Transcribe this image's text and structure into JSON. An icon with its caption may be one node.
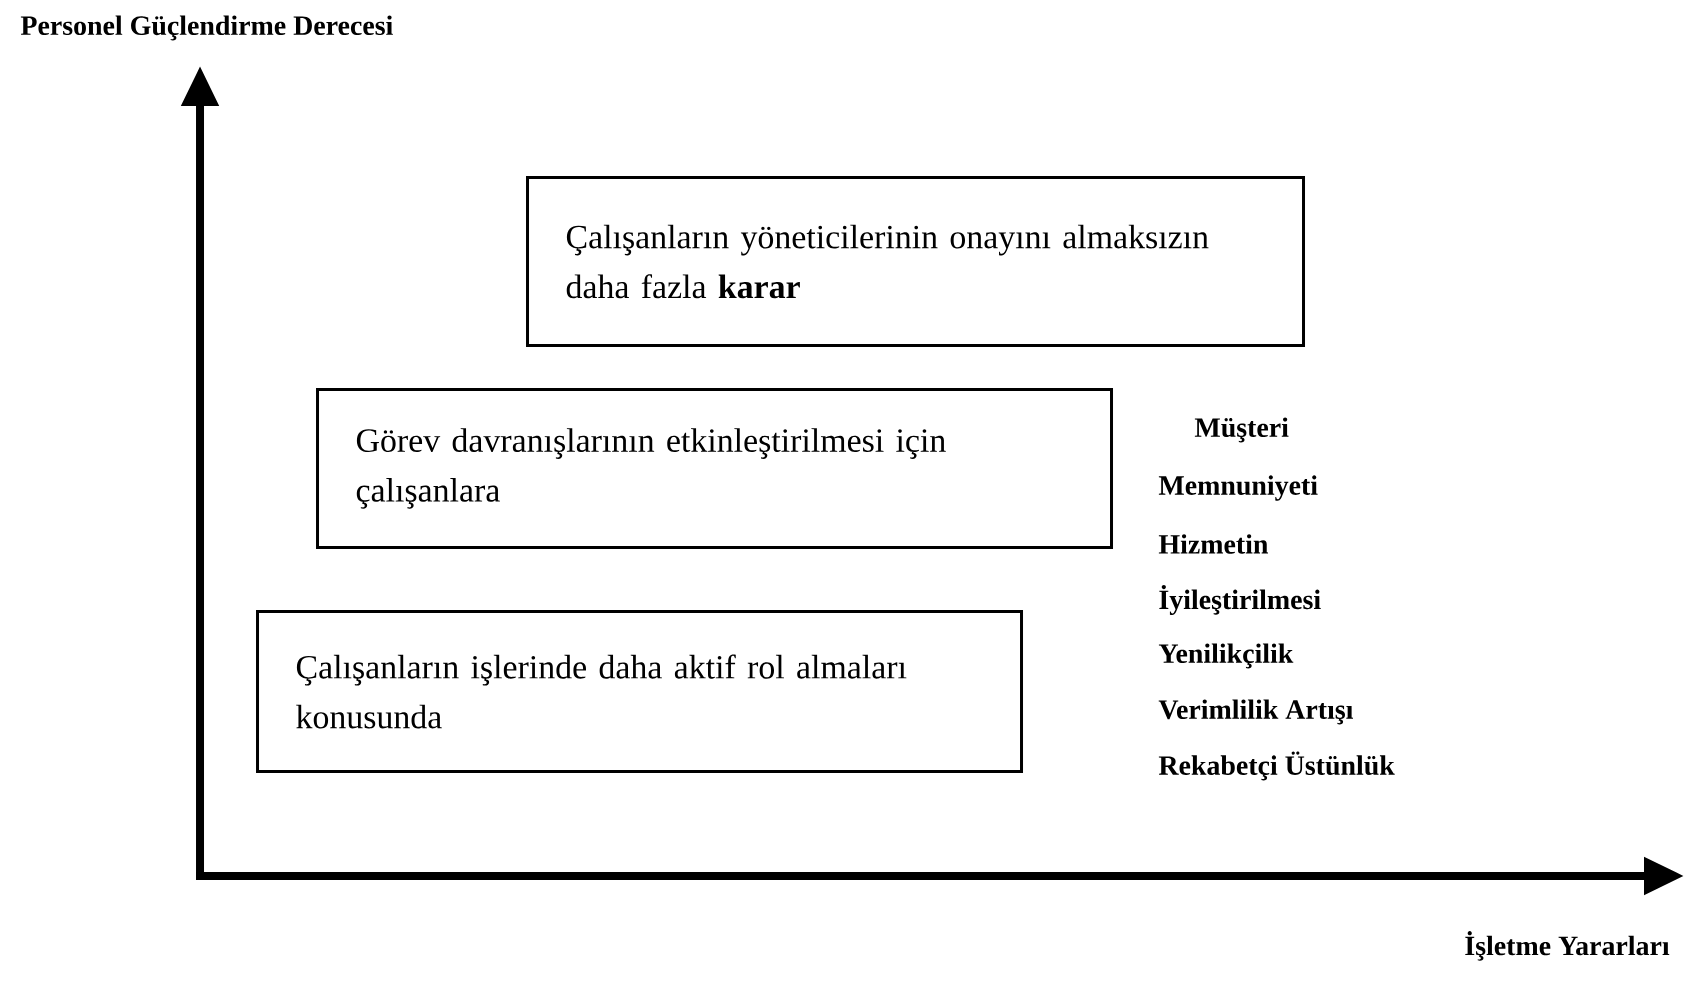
{
  "diagram": {
    "nodes": [
      {
        "text": [
          "Çalışanların yöneticilerinin onayını almaksızın daha fazla **karar**"
        ]
      },
      {
        "text": [
          "Görev davranışlarının etkinleştirilmesi için çalışanlara"
        ]
      },
      {
        "text": [
          "Çalışanların işlerinde daha aktif rol almaları konusunda"
        ]
      }
    ],
    "labels": [
      "Personel Güçlendirme Derecesi",
      "Müşteri",
      "Memnuniyeti",
      "Hizmetin",
      "İyileştirilmesi",
      "Yenilikçilik",
      "Verimlilik Artışı",
      "Rekabetçi Üstünlük",
      "İşletme Yararları"
    ]
  }
}
